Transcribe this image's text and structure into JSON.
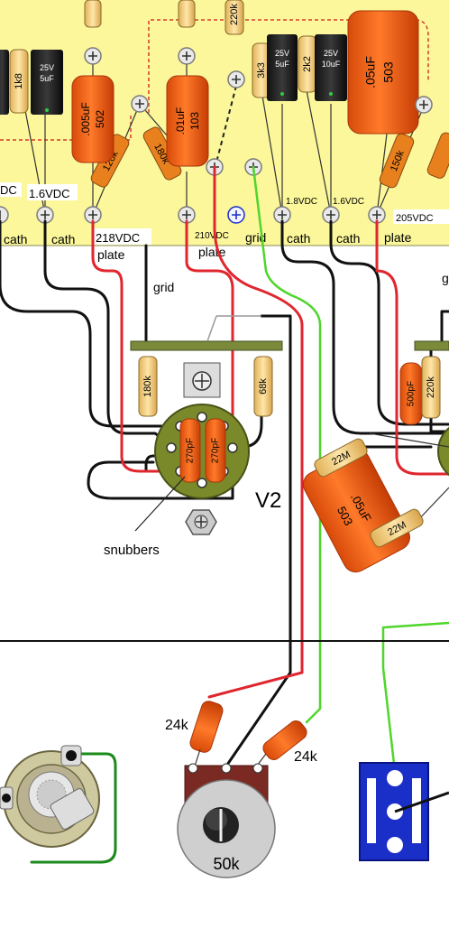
{
  "board_top": {
    "resistors": [
      "1k8",
      "120k",
      "180k",
      "220k",
      "3k3",
      "2k2",
      "150k"
    ],
    "electrolytics": [
      {
        "v": "25V",
        "c": "5uF"
      },
      {
        "v": "25V",
        "c": "5uF"
      },
      {
        "v": "25V",
        "c": "10uF"
      }
    ],
    "orange_caps": [
      {
        "value": ".005uF",
        "code": "502"
      },
      {
        "value": ".01uF",
        "code": "103"
      },
      {
        "value": ".05uF",
        "code": "503"
      }
    ],
    "voltages": [
      "DC",
      "1.6VDC",
      "218VDC",
      "210VDC",
      "1.8VDC",
      "1.6VDC",
      "205VDC"
    ]
  },
  "pin_labels": [
    "cath",
    "cath",
    "plate",
    "plate",
    "grid",
    "cath",
    "cath",
    "plate",
    "grid",
    "g"
  ],
  "socket": {
    "title": "V2",
    "cap_left": "270pF",
    "cap_right": "270pF",
    "res_left": "180k",
    "res_right": "68k",
    "snubbers_label": "snubbers"
  },
  "right_parts": {
    "cap_500": "500pF",
    "res_220": "220k",
    "res_22m_top": "22M",
    "res_22m_bottom": "22M",
    "cap_05": ".05uF",
    "cap_05_code": "503"
  },
  "pot": {
    "value": "50k",
    "res_left": "24k",
    "res_right": "24k"
  },
  "colors": {
    "board": "#fbf79a",
    "red_wire": "#e0262e",
    "green_wire": "#4fd62b",
    "orange_cap": "#ea5b12",
    "jack_blue": "#1a2ec8"
  }
}
